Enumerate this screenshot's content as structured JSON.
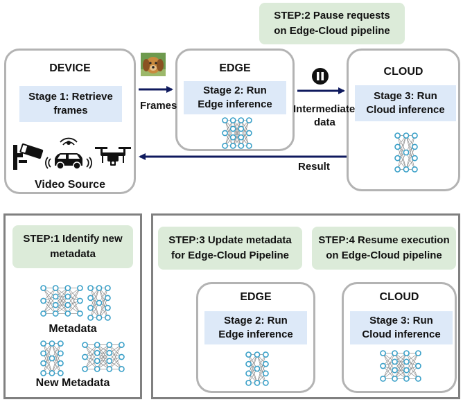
{
  "top": {
    "step2": {
      "line1": "STEP:2 Pause requests",
      "line2": "on Edge-Cloud pipeline"
    },
    "device": {
      "title": "DEVICE",
      "stage": {
        "line1": "Stage 1: Retrieve",
        "line2": "frames"
      },
      "caption": "Video Source",
      "icons": [
        "security-camera-icon",
        "autonomous-car-icon",
        "drone-icon"
      ]
    },
    "edge": {
      "title": "EDGE",
      "stage": {
        "line1": "Stage 2: Run",
        "line2": "Edge  inference"
      }
    },
    "cloud": {
      "title": "CLOUD",
      "stage": {
        "line1": "Stage 3: Run",
        "line2": "Cloud  inference"
      }
    },
    "arrows": {
      "frames": "Frames",
      "intermediate": {
        "line1": "Intermediate",
        "line2": "data"
      },
      "result": "Result"
    },
    "pause_icon": "pause-icon",
    "frame_image": "dog-photo-icon"
  },
  "bottom_left": {
    "step1": {
      "line1": "STEP:1 Identify new",
      "line2": "metadata"
    },
    "metadata_label": "Metadata",
    "new_metadata_label": "New Metadata"
  },
  "bottom_right": {
    "step3": {
      "line1": "STEP:3  Update metadata",
      "line2": "for  Edge-Cloud Pipeline"
    },
    "step4": {
      "line1": "STEP:4 Resume execution",
      "line2": "on Edge-Cloud pipeline"
    },
    "edge": {
      "title": "EDGE",
      "stage": {
        "line1": "Stage 2: Run",
        "line2": "Edge  inference"
      }
    },
    "cloud": {
      "title": "CLOUD",
      "stage": {
        "line1": "Stage 3: Run",
        "line2": "Cloud  inference"
      }
    }
  },
  "colors": {
    "arrow": "#0f1a5e",
    "node_border": "#b3b3b3",
    "panel_border": "#808080",
    "stage_fill": "#dde9f8",
    "step_fill": "#dcebd9",
    "nn_node": "#3aa0c8",
    "nn_edge": "#8a8a8a"
  }
}
